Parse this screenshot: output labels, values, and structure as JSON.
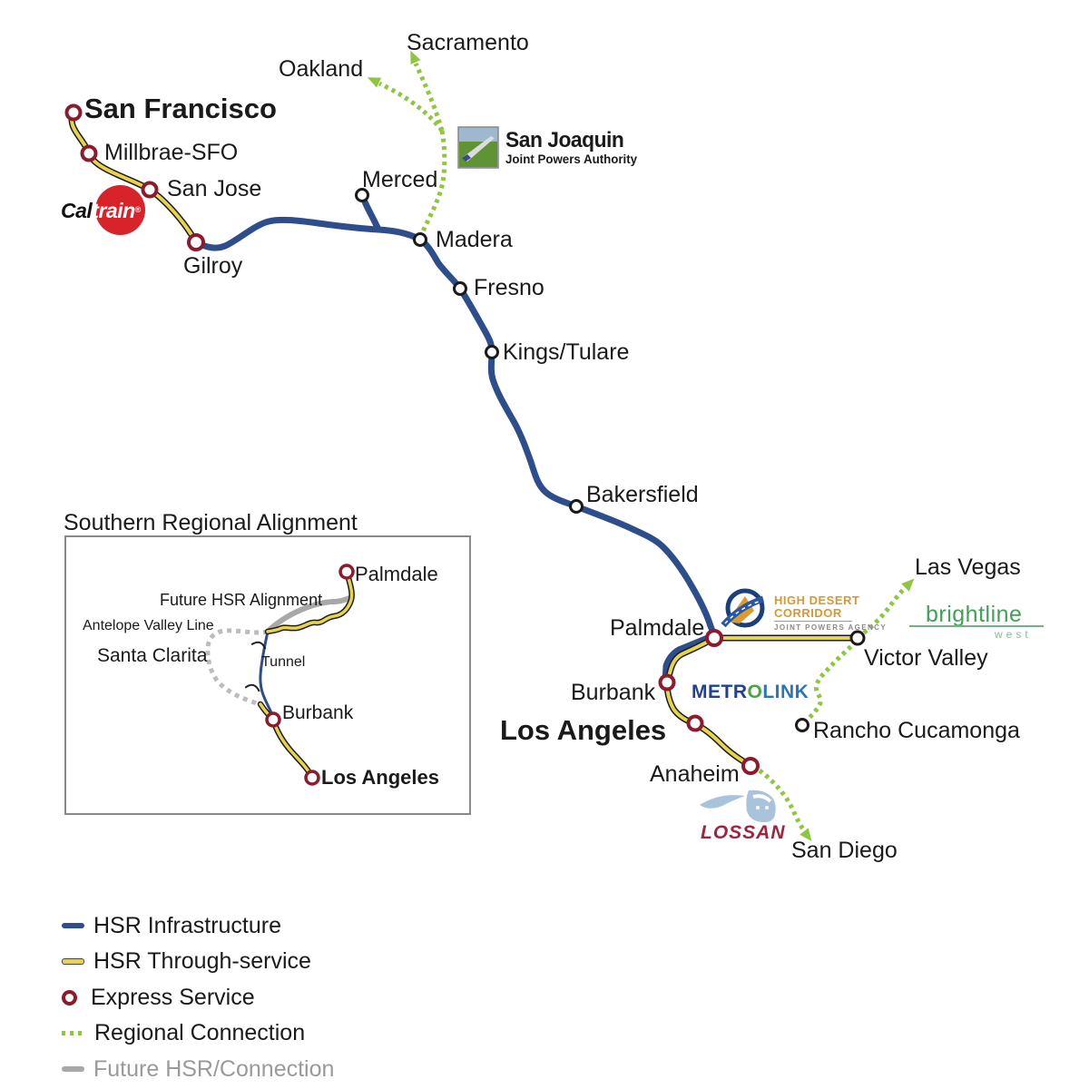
{
  "map": {
    "stations": {
      "san_francisco": "San Francisco",
      "millbrae_sfo": "Millbrae-SFO",
      "san_jose": "San Jose",
      "gilroy": "Gilroy",
      "merced": "Merced",
      "madera": "Madera",
      "fresno": "Fresno",
      "kings_tulare": "Kings/Tulare",
      "bakersfield": "Bakersfield",
      "palmdale": "Palmdale",
      "burbank": "Burbank",
      "los_angeles": "Los Angeles",
      "anaheim": "Anaheim",
      "victor_valley": "Victor Valley",
      "rancho_cucamonga": "Rancho Cucamonga"
    },
    "connections": {
      "sacramento": "Sacramento",
      "oakland": "Oakland",
      "las_vegas": "Las Vegas",
      "san_diego": "San Diego"
    }
  },
  "inset": {
    "title": "Southern Regional Alignment",
    "labels": {
      "palmdale": "Palmdale",
      "future_hsr": "Future HSR Alignment",
      "antelope_valley": "Antelope Valley Line",
      "santa_clarita": "Santa Clarita",
      "tunnel": "Tunnel",
      "burbank": "Burbank",
      "los_angeles": "Los Angeles"
    }
  },
  "logos": {
    "caltrain": {
      "part1": "Cal",
      "part2": "train",
      "reg": "®"
    },
    "san_joaquin": {
      "title": "San Joaquin",
      "subtitle": "Joint Powers Authority"
    },
    "high_desert_corridor": {
      "line1": "HIGH DESERT",
      "line2": "CORRIDOR",
      "subtitle": "JOINT POWERS AGENCY"
    },
    "metrolink": {
      "part1": "METR",
      "part2": "O",
      "part3": "LINK"
    },
    "brightline_west": {
      "title": "brightline",
      "subtitle": "west"
    },
    "lossan": {
      "title": "LOSSAN"
    }
  },
  "legend": {
    "items": [
      {
        "label": "HSR Infrastructure"
      },
      {
        "label": "HSR Through-service"
      },
      {
        "label": "Express Service"
      },
      {
        "label": "Regional Connection"
      },
      {
        "label": "Future HSR/Connection"
      }
    ]
  },
  "colors": {
    "hsr_infrastructure": "#2e4d8c",
    "hsr_through_service": "#e8d44a",
    "express_service": "#8c1b2e",
    "regional_connection": "#8fc640",
    "future_hsr_connection": "#a8a8a8"
  }
}
